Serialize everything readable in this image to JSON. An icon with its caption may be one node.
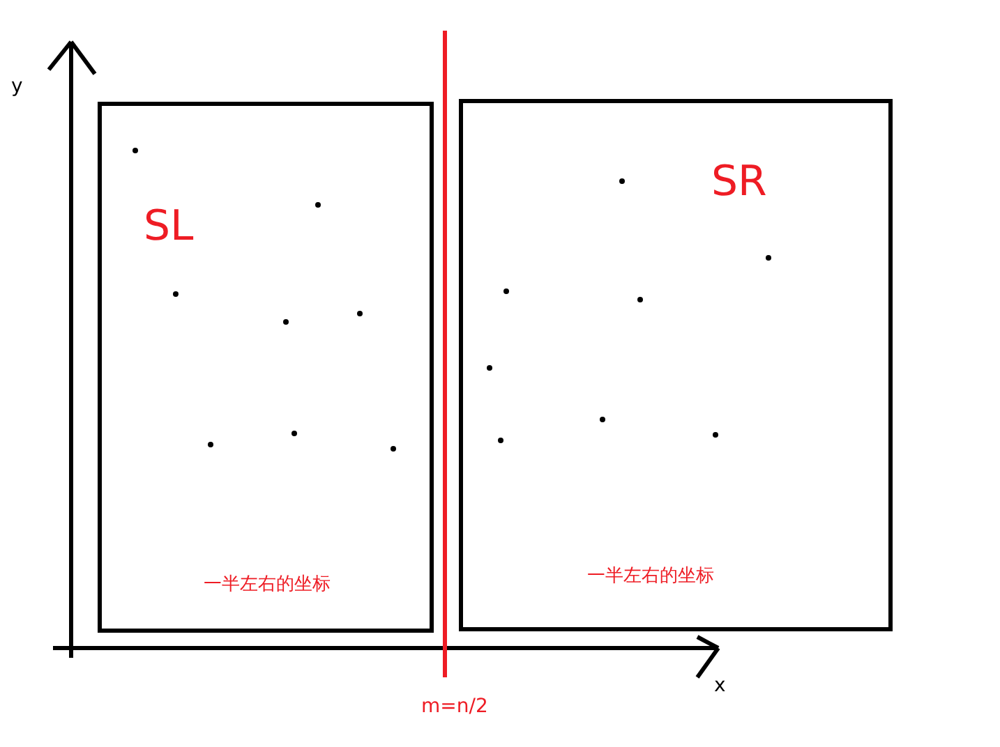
{
  "diagram": {
    "nodes": [
      {
        "text": [
          "SL",
          "一半左右的坐标"
        ]
      },
      {
        "text": [
          "SR",
          "一半左右的坐标"
        ]
      }
    ],
    "labels": [
      "y",
      "x",
      "m=n/2"
    ]
  }
}
